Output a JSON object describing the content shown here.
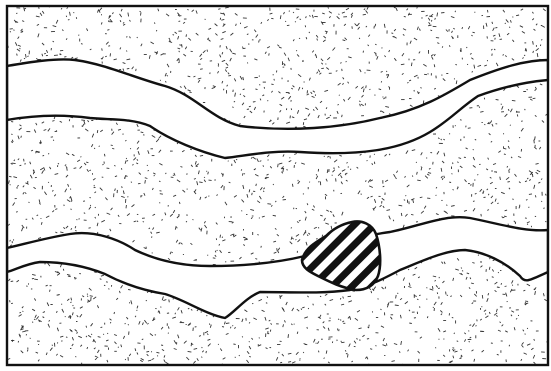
{
  "figure": {
    "kind": "geology-cross-section-sketch",
    "labels": [],
    "colors": {
      "ink": "#111111",
      "background": "#ffffff",
      "stipple": "#333333"
    },
    "fill_patterns": {
      "host_rock": "random-dash-stipple",
      "veins": "blank",
      "inclusion": "diagonal-hatch"
    }
  }
}
